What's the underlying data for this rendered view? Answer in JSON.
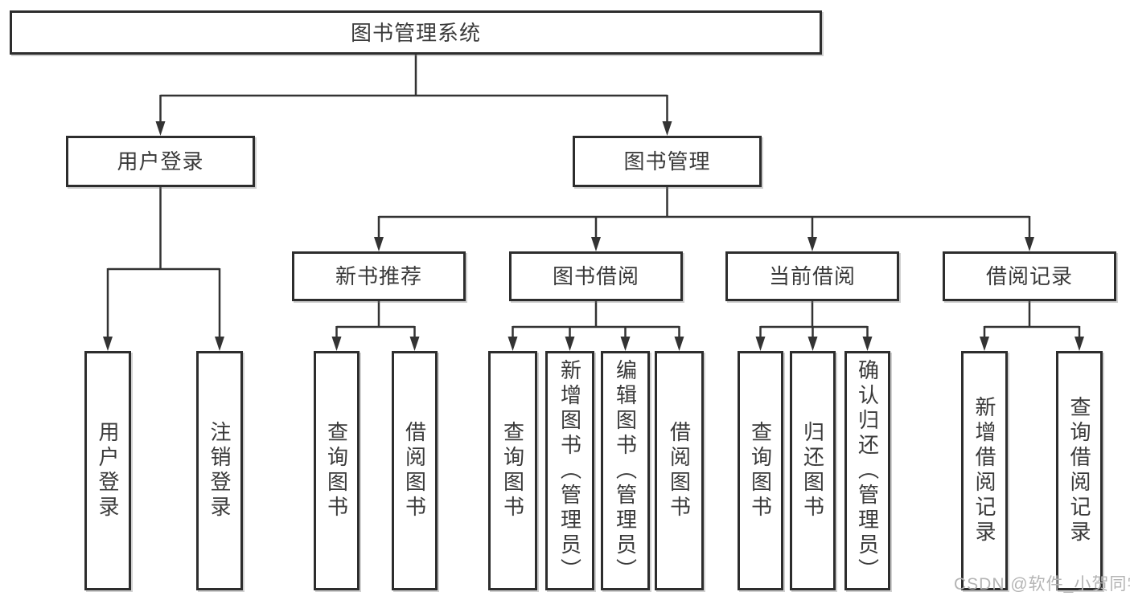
{
  "watermark": {
    "text": "CSDN @软件_小贺同学",
    "color": "#b4b4b4"
  },
  "colors": {
    "line": "#333333",
    "box_border": "#2d2d2d",
    "text": "#3a3a3a",
    "background": "#ffffff"
  },
  "tree": {
    "root": {
      "label": "图书管理系统"
    },
    "level1": [
      {
        "label": "用户登录"
      },
      {
        "label": "图书管理"
      }
    ],
    "level2": [
      {
        "label": "新书推荐",
        "parent": "图书管理"
      },
      {
        "label": "图书借阅",
        "parent": "图书管理"
      },
      {
        "label": "当前借阅",
        "parent": "图书管理"
      },
      {
        "label": "借阅记录",
        "parent": "图书管理"
      }
    ],
    "leaves": [
      {
        "label": "用户登录",
        "parent": "用户登录"
      },
      {
        "label": "注销登录",
        "parent": "用户登录"
      },
      {
        "label": "查询图书",
        "parent": "新书推荐"
      },
      {
        "label": "借阅图书",
        "parent": "新书推荐"
      },
      {
        "label": "查询图书",
        "parent": "图书借阅"
      },
      {
        "label": "新增图书（管理员）",
        "parent": "图书借阅"
      },
      {
        "label": "编辑图书（管理员）",
        "parent": "图书借阅"
      },
      {
        "label": "借阅图书",
        "parent": "图书借阅"
      },
      {
        "label": "查询图书",
        "parent": "当前借阅"
      },
      {
        "label": "归还图书",
        "parent": "当前借阅"
      },
      {
        "label": "确认归还（管理员）",
        "parent": "当前借阅"
      },
      {
        "label": "新增借阅记录",
        "parent": "借阅记录"
      },
      {
        "label": "查询借阅记录",
        "parent": "借阅记录"
      }
    ]
  }
}
